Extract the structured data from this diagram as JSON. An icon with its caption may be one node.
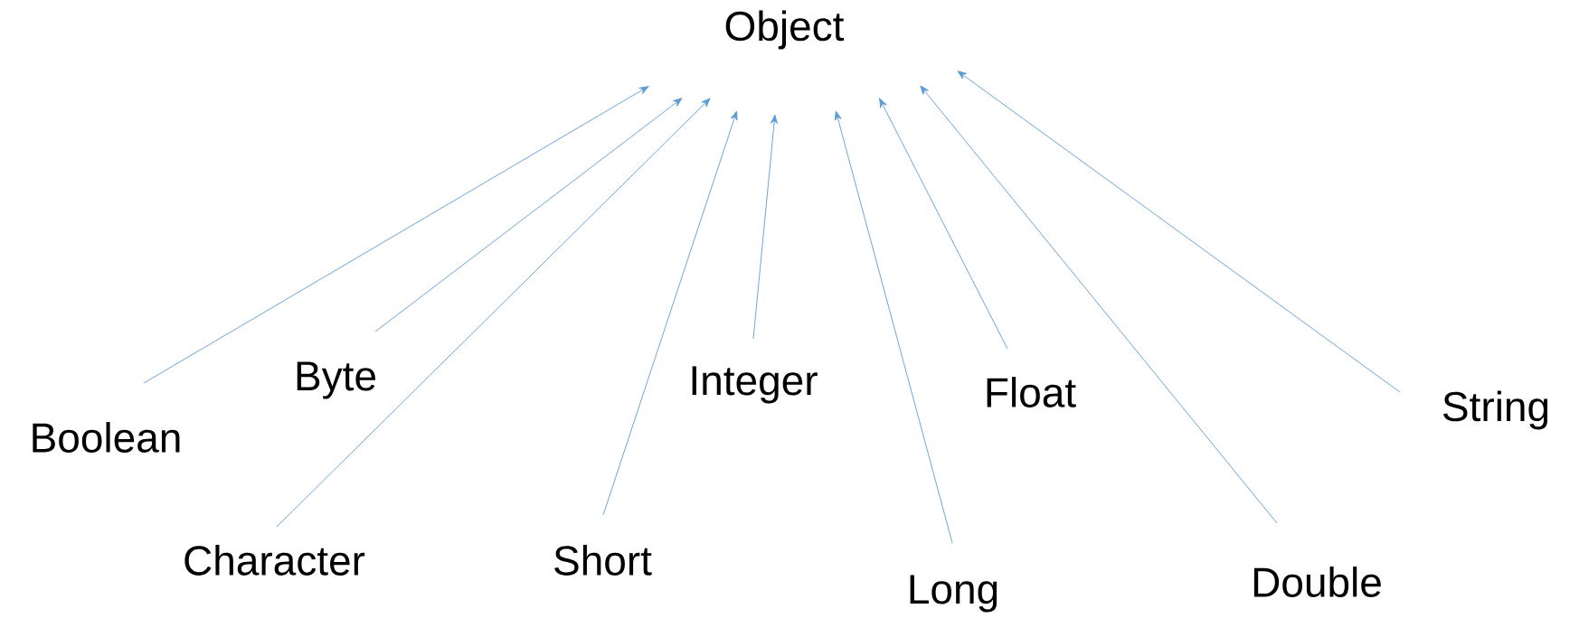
{
  "diagram": {
    "nodes": [
      {
        "text": [
          "Object"
        ]
      },
      {
        "text": [
          "Boolean"
        ]
      },
      {
        "text": [
          "Byte"
        ]
      },
      {
        "text": [
          "Character"
        ]
      },
      {
        "text": [
          "Short"
        ]
      },
      {
        "text": [
          "Integer"
        ]
      },
      {
        "text": [
          "Long"
        ]
      },
      {
        "text": [
          "Float"
        ]
      },
      {
        "text": [
          "Double"
        ]
      },
      {
        "text": [
          "String"
        ]
      }
    ],
    "edges": [
      {
        "from": 1,
        "to": 0,
        "arrow": "to"
      },
      {
        "from": 2,
        "to": 0,
        "arrow": "to"
      },
      {
        "from": 3,
        "to": 0,
        "arrow": "to"
      },
      {
        "from": 4,
        "to": 0,
        "arrow": "to"
      },
      {
        "from": 5,
        "to": 0,
        "arrow": "to"
      },
      {
        "from": 6,
        "to": 0,
        "arrow": "to"
      },
      {
        "from": 7,
        "to": 0,
        "arrow": "to"
      },
      {
        "from": 8,
        "to": 0,
        "arrow": "to"
      },
      {
        "from": 9,
        "to": 0,
        "arrow": "to"
      }
    ]
  }
}
